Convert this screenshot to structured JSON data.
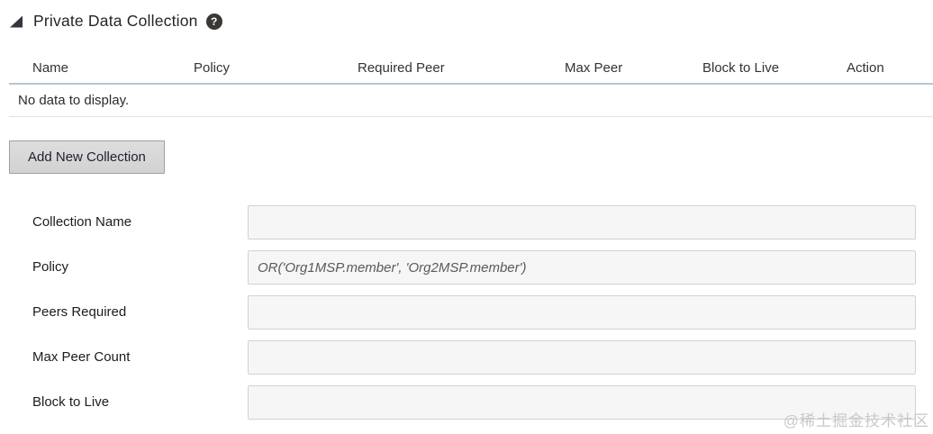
{
  "panel": {
    "title": "Private Data Collection",
    "help_glyph": "?"
  },
  "table": {
    "columns": [
      "Name",
      "Policy",
      "Required Peer",
      "Max Peer",
      "Block to Live",
      "Action"
    ],
    "empty_message": "No data to display."
  },
  "actions": {
    "add_button_label": "Add New Collection"
  },
  "form": {
    "fields": [
      {
        "label": "Collection Name",
        "value": "",
        "placeholder": ""
      },
      {
        "label": "Policy",
        "value": "",
        "placeholder": "OR('Org1MSP.member', 'Org2MSP.member')"
      },
      {
        "label": "Peers Required",
        "value": "",
        "placeholder": ""
      },
      {
        "label": "Max Peer Count",
        "value": "",
        "placeholder": ""
      },
      {
        "label": "Block to Live",
        "value": "",
        "placeholder": ""
      }
    ]
  },
  "watermark": "@稀土掘金技术社区",
  "colors": {
    "header_separator": "#b7c5d1",
    "row_separator": "#e2e2e2",
    "button_background": "#d6d6d6",
    "button_border": "#9e9e9e",
    "input_background": "#f6f6f6",
    "input_border": "#d2d2d2",
    "help_icon_background": "#3a3734",
    "watermark_text": "#c8c8c8"
  }
}
